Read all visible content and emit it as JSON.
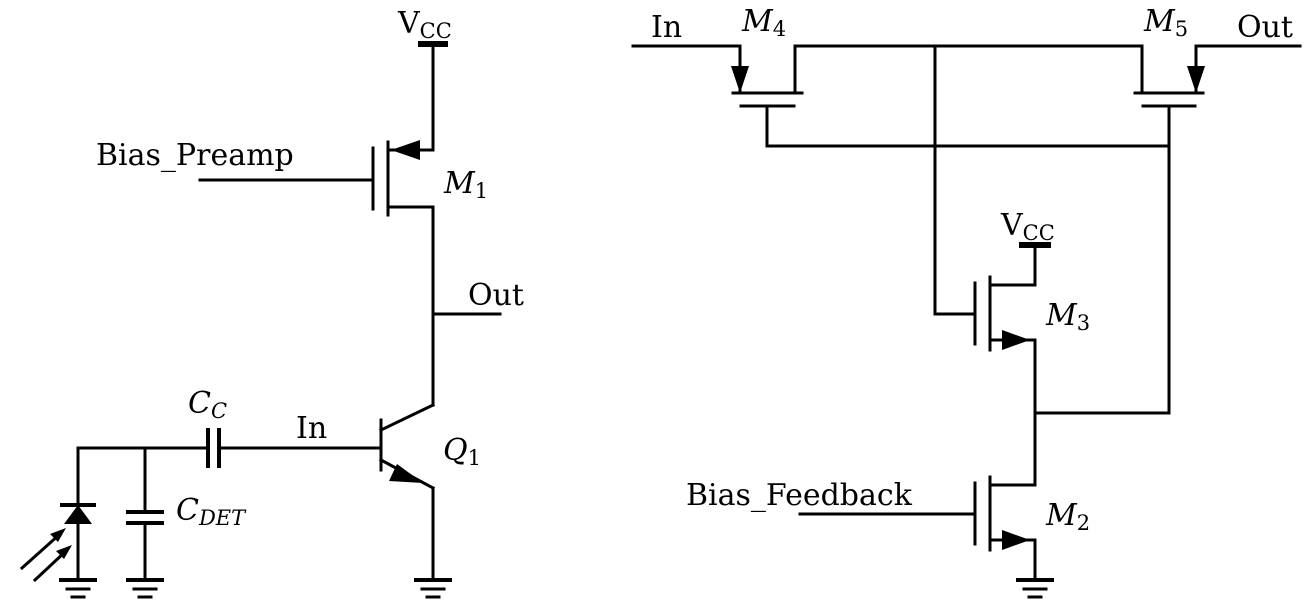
{
  "left": {
    "vcc": {
      "main": "V",
      "sub": "CC"
    },
    "bias": "Bias_Preamp",
    "m1": {
      "main": "M",
      "sub": "1"
    },
    "out": "Out",
    "cc": {
      "main": "C",
      "sub": "C"
    },
    "in": "In",
    "q1": {
      "main": "Q",
      "sub": "1"
    },
    "cdet": {
      "main": "C",
      "sub": "DET"
    }
  },
  "right": {
    "in": "In",
    "m4": {
      "main": "M",
      "sub": "4"
    },
    "m5": {
      "main": "M",
      "sub": "5"
    },
    "out": "Out",
    "vcc": {
      "main": "V",
      "sub": "CC"
    },
    "m3": {
      "main": "M",
      "sub": "3"
    },
    "bias": "Bias_Feedback",
    "m2": {
      "main": "M",
      "sub": "2"
    }
  }
}
